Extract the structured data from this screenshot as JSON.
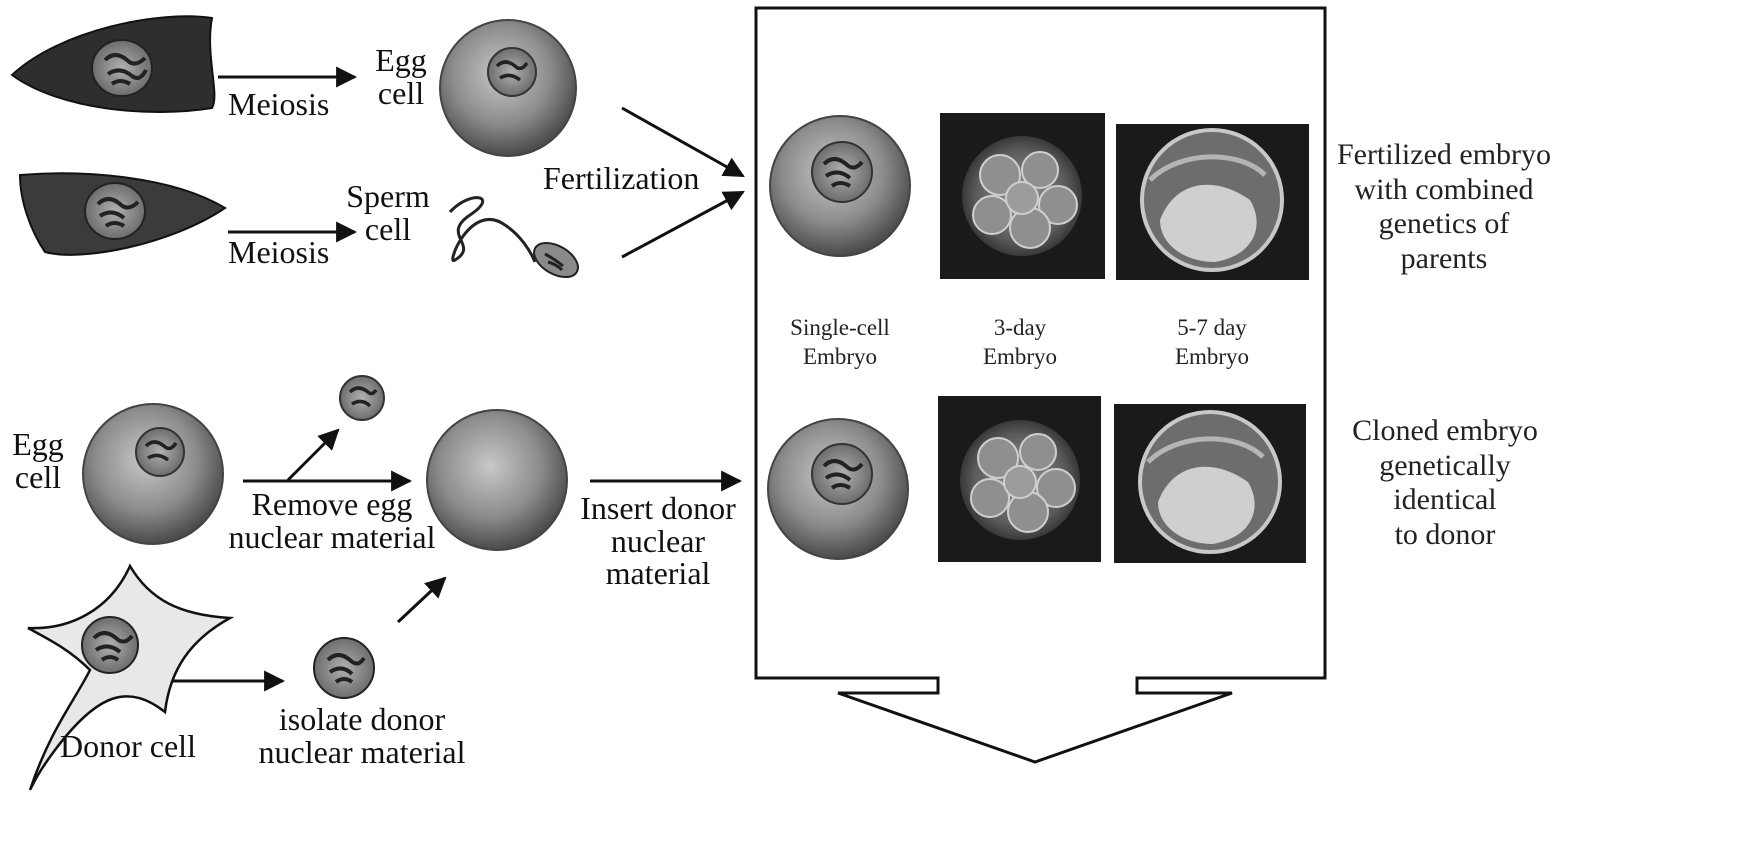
{
  "top_row": {
    "meiosis_top": "Meiosis",
    "egg_cell": [
      "Egg",
      "cell"
    ],
    "meiosis_bottom": "Meiosis",
    "sperm_cell": [
      "Sperm",
      "cell"
    ],
    "fertilization": "Fertilization"
  },
  "bottom_row": {
    "egg_cell": [
      "Egg",
      "cell"
    ],
    "remove_nucleus": [
      "Remove egg",
      "nuclear material"
    ],
    "insert_donor": [
      "Insert donor",
      "nuclear",
      "material"
    ],
    "isolate_donor": [
      "isolate donor",
      "nuclear material"
    ],
    "donor_cell": "Donor cell"
  },
  "stages": [
    [
      "Single-cell",
      "Embryo"
    ],
    [
      "3-day",
      "Embryo"
    ],
    [
      "5-7 day",
      "Embryo"
    ]
  ],
  "outcomes": {
    "fertilized": [
      "Fertilized embryo",
      "with combined",
      "genetics of",
      "parents"
    ],
    "cloned": [
      "Cloned embryo",
      "genetically",
      "identical",
      "to donor"
    ]
  },
  "colors": {
    "cell_fill": "#8a8a8a",
    "dark_cell": "#2b2b2b",
    "photo_bg": "#1a1a1a"
  }
}
